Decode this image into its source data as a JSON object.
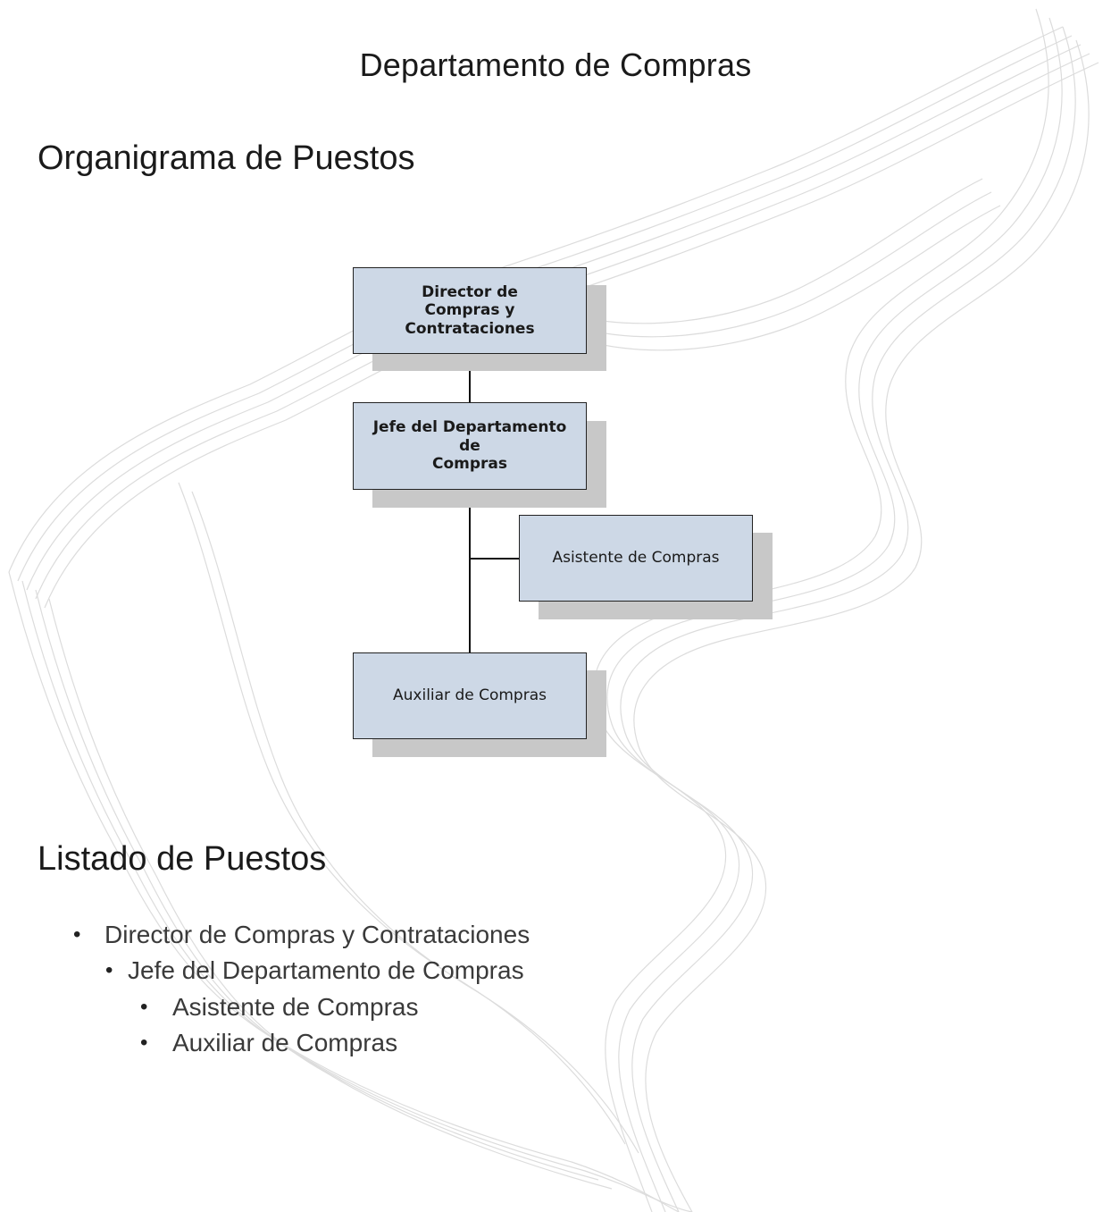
{
  "title": "Departamento de Compras",
  "sections": {
    "org_chart_heading": "Organigrama de Puestos",
    "list_heading": "Listado de Puestos"
  },
  "org_chart": {
    "director": "Director  de\nCompras y\nContrataciones",
    "jefe": "Jefe del Departamento\nde\nCompras",
    "asistente": "Asistente de Compras",
    "auxiliar": "Auxiliar de Compras"
  },
  "positions": [
    "Director de Compras y Contrataciones",
    "Jefe del Departamento de Compras",
    "Asistente de Compras",
    "Auxiliar de Compras"
  ],
  "colors": {
    "node_fill": "#cdd8e6",
    "node_shadow": "#c8c8c8",
    "node_border": "#222222"
  }
}
